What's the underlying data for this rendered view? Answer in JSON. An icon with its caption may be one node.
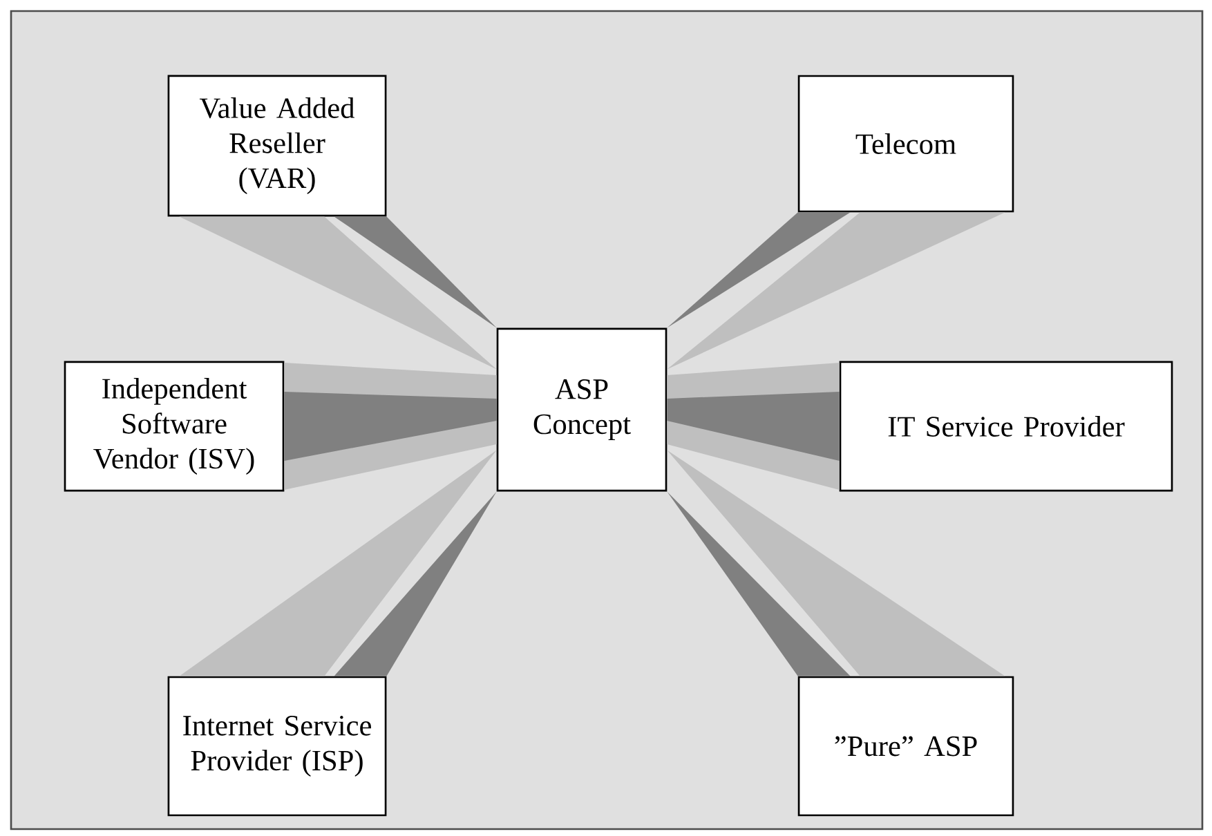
{
  "diagram": {
    "nodes": [
      {
        "text": [
          "Value Added Reseller (VAR)"
        ]
      },
      {
        "text": [
          "Telecom"
        ]
      },
      {
        "text": [
          "Independent Software Vendor (ISV)"
        ]
      },
      {
        "text": [
          "ASP Concept"
        ]
      },
      {
        "text": [
          "IT Service Provider"
        ]
      },
      {
        "text": [
          "Internet Service Provider (ISP)"
        ]
      },
      {
        "text": [
          "”Pure” ASP"
        ]
      }
    ],
    "edges": [
      {
        "from": 3,
        "to": 0,
        "arrow": "none"
      },
      {
        "from": 3,
        "to": 1,
        "arrow": "none"
      },
      {
        "from": 3,
        "to": 2,
        "arrow": "none"
      },
      {
        "from": 3,
        "to": 4,
        "arrow": "none"
      },
      {
        "from": 3,
        "to": 5,
        "arrow": "none"
      },
      {
        "from": 3,
        "to": 6,
        "arrow": "none"
      }
    ]
  }
}
